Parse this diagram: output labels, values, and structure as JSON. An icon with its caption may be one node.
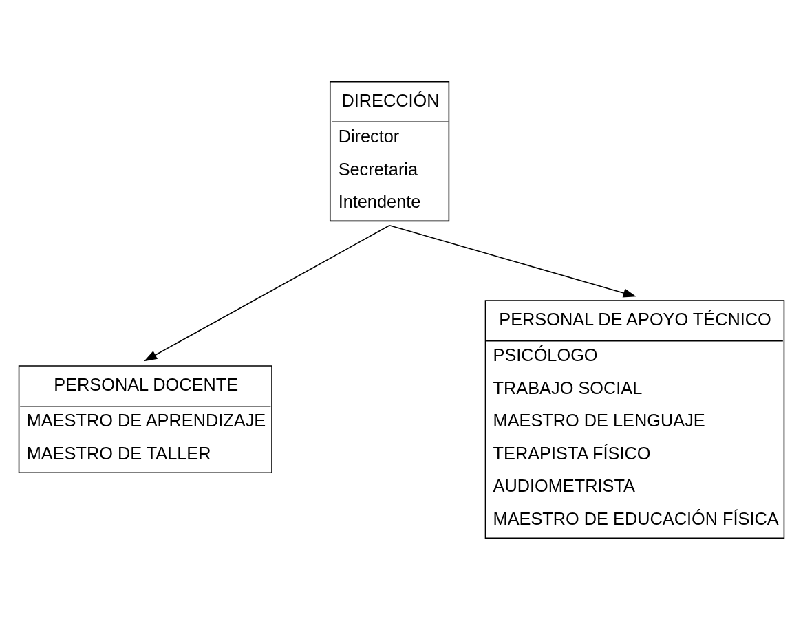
{
  "diagram": {
    "nodes": [
      {
        "text": [
          "DIRECCIÓN",
          "Director",
          "Secretaria",
          "Intendente"
        ]
      },
      {
        "text": [
          "PERSONAL DOCENTE",
          "MAESTRO DE APRENDIZAJE",
          "MAESTRO DE TALLER"
        ]
      },
      {
        "text": [
          "PERSONAL DE APOYO TÉCNICO",
          "PSICÓLOGO",
          "TRABAJO SOCIAL",
          "MAESTRO DE LENGUAJE",
          "TERAPISTA FÍSICO",
          "AUDIOMETRISTA",
          "MAESTRO DE EDUCACIÓN FÍSICA"
        ]
      }
    ],
    "edges": [
      {
        "from": 0,
        "to": 1,
        "arrow": "to"
      },
      {
        "from": 0,
        "to": 2,
        "arrow": "to"
      }
    ]
  }
}
